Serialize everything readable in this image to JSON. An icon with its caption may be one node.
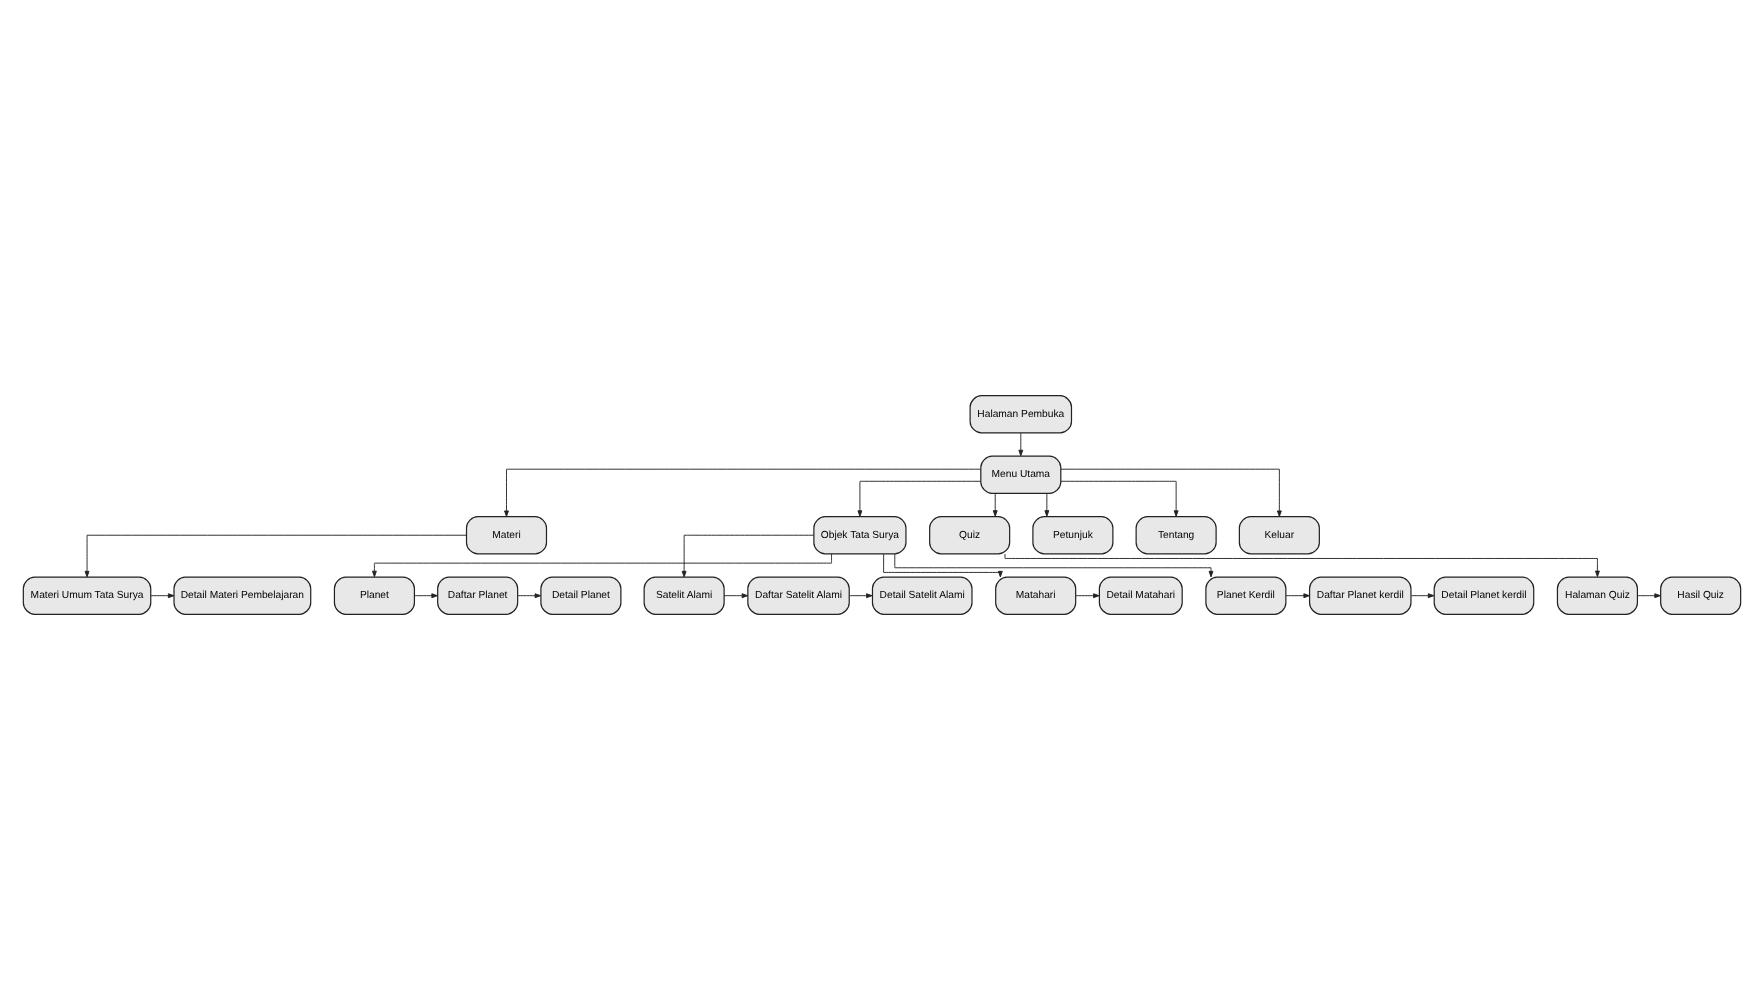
{
  "diagram": {
    "nodes": [
      {
        "text": [
          "Halaman Pembuka"
        ]
      },
      {
        "text": [
          "Menu Utama"
        ]
      },
      {
        "text": [
          "Materi"
        ]
      },
      {
        "text": [
          "Objek Tata Surya"
        ]
      },
      {
        "text": [
          "Quiz"
        ]
      },
      {
        "text": [
          "Petunjuk"
        ]
      },
      {
        "text": [
          "Tentang"
        ]
      },
      {
        "text": [
          "Keluar"
        ]
      },
      {
        "text": [
          "Materi Umum Tata Surya"
        ]
      },
      {
        "text": [
          "Planet"
        ]
      },
      {
        "text": [
          "Daftar Planet"
        ]
      },
      {
        "text": [
          "Detail Planet"
        ]
      },
      {
        "text": [
          "Halaman Quiz"
        ]
      },
      {
        "text": [
          "Detail Materi Pembelajaran"
        ]
      },
      {
        "text": [
          "Satelit Alami"
        ]
      },
      {
        "text": [
          "Daftar Satelit Alami"
        ]
      },
      {
        "text": [
          "Detail Satelit Alami"
        ]
      },
      {
        "text": [
          "Hasil Quiz"
        ]
      },
      {
        "text": [
          "Matahari"
        ]
      },
      {
        "text": [
          "Detail Matahari"
        ]
      },
      {
        "text": [
          "Planet Kerdil"
        ]
      },
      {
        "text": [
          "Daftar Planet kerdil"
        ]
      },
      {
        "text": [
          "Detail Planet kerdil"
        ]
      }
    ],
    "edges": [
      {
        "from": 0,
        "to": 1,
        "arrow": "to"
      },
      {
        "from": 1,
        "to": 2,
        "arrow": "to"
      },
      {
        "from": 1,
        "to": 3,
        "arrow": "to"
      },
      {
        "from": 1,
        "to": 4,
        "arrow": "to"
      },
      {
        "from": 1,
        "to": 5,
        "arrow": "to"
      },
      {
        "from": 1,
        "to": 6,
        "arrow": "to"
      },
      {
        "from": 1,
        "to": 7,
        "arrow": "to"
      },
      {
        "from": 2,
        "to": 8,
        "arrow": "to"
      },
      {
        "from": 8,
        "to": 13,
        "arrow": "to"
      },
      {
        "from": 3,
        "to": 9,
        "arrow": "to"
      },
      {
        "from": 3,
        "to": 14,
        "arrow": "to"
      },
      {
        "from": 3,
        "to": 18,
        "arrow": "to"
      },
      {
        "from": 3,
        "to": 20,
        "arrow": "to"
      },
      {
        "from": 9,
        "to": 10,
        "arrow": "to"
      },
      {
        "from": 10,
        "to": 11,
        "arrow": "to"
      },
      {
        "from": 14,
        "to": 15,
        "arrow": "to"
      },
      {
        "from": 15,
        "to": 16,
        "arrow": "to"
      },
      {
        "from": 18,
        "to": 19,
        "arrow": "to"
      },
      {
        "from": 20,
        "to": 21,
        "arrow": "to"
      },
      {
        "from": 21,
        "to": 22,
        "arrow": "to"
      },
      {
        "from": 4,
        "to": 12,
        "arrow": "to"
      },
      {
        "from": 12,
        "to": 17,
        "arrow": "to"
      }
    ]
  }
}
